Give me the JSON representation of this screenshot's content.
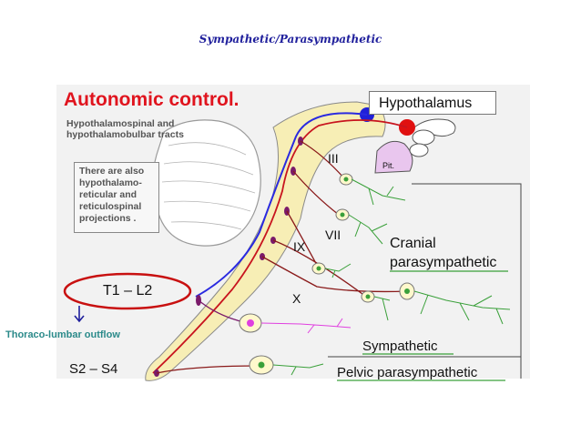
{
  "slide_title": "Sympathetic/Parasympathetic",
  "main_title": "Autonomic control.",
  "tracts_note": "Hypothalamospinal and\nhypothalamobulbar tracts",
  "projections_note": "There are also\nhypothalamo-\nreticular and\nreticulospinal\nprojections .",
  "hypothalamus": "Hypothalamus",
  "pituitary": "Pit.",
  "cranial_nerves": {
    "iii": "III",
    "vii": "VII",
    "ix": "IX",
    "x": "X"
  },
  "cranial_parasympathetic": "Cranial\nparasympathetic",
  "t1_l2": "T1  –  L2",
  "thoraco_lumbar_outflow": "Thoraco-lumbar outflow",
  "sympathetic": "Sympathetic",
  "s2_s4": "S2  –  S4",
  "pelvic_parasympathetic": "Pelvic parasympathetic",
  "colors": {
    "title_blue": "#1f1f9c",
    "main_title_red": "#e0141e",
    "brainstem_fill": "#f7eeb5",
    "pathway_blue": "#2a2ae0",
    "pathway_red": "#c8141e",
    "nucleus_purple": "#7a1a6a",
    "sympathetic_magenta": "#e040e0",
    "fiber_green": "#3aa03a",
    "outflow_text": "#2b8a8a"
  }
}
